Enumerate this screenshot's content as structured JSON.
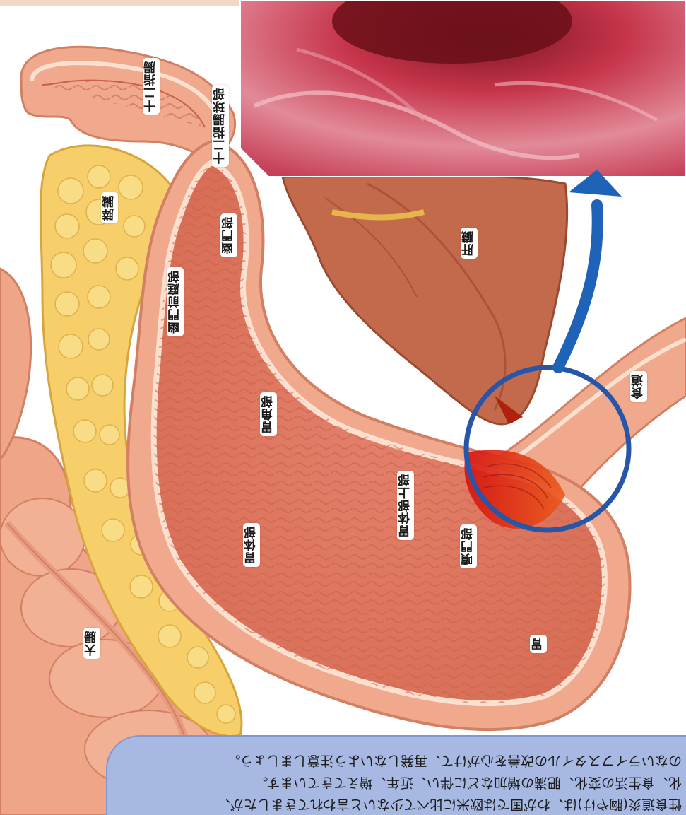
{
  "labels": {
    "duodenum": "十二指腸",
    "duodenal_bulb": "十二指腸球部",
    "pancreas": "膵臓",
    "pylorus": "幽門部",
    "pyloric_antrum": "幽門前庭部",
    "liver": "肝臓",
    "esophagus": "食道",
    "angular": "胃角部",
    "upper_body": "胃体部上部",
    "cardia": "噴門部",
    "body": "胃体部",
    "stomach": "胃",
    "large_intestine": "大腸"
  },
  "note": {
    "lines": [
      "性食道炎(胸やけ)は、わが国では欧米に比べて少ないと言われてきましたが、",
      "化、食生活の変化、肥満の増加などに伴い、近年、増えてきています。",
      "のないライフスタイルの改善を心がけて、再発しないよう注意しましょう。"
    ]
  },
  "colors": {
    "stomach_wall": "#f0a98c",
    "stomach_mucosa": "#e4826a",
    "pancreas": "#f6cf6a",
    "liver": "#c46a4c",
    "intestine": "#efa587",
    "highlight_circle": "#2756a8",
    "arrow": "#1f63b8",
    "endoscope_photo": "#c23a4a",
    "note_box": "#a7b9e2"
  },
  "icons": {
    "arrow": "up-arrow",
    "circle": "magnify-circle"
  }
}
